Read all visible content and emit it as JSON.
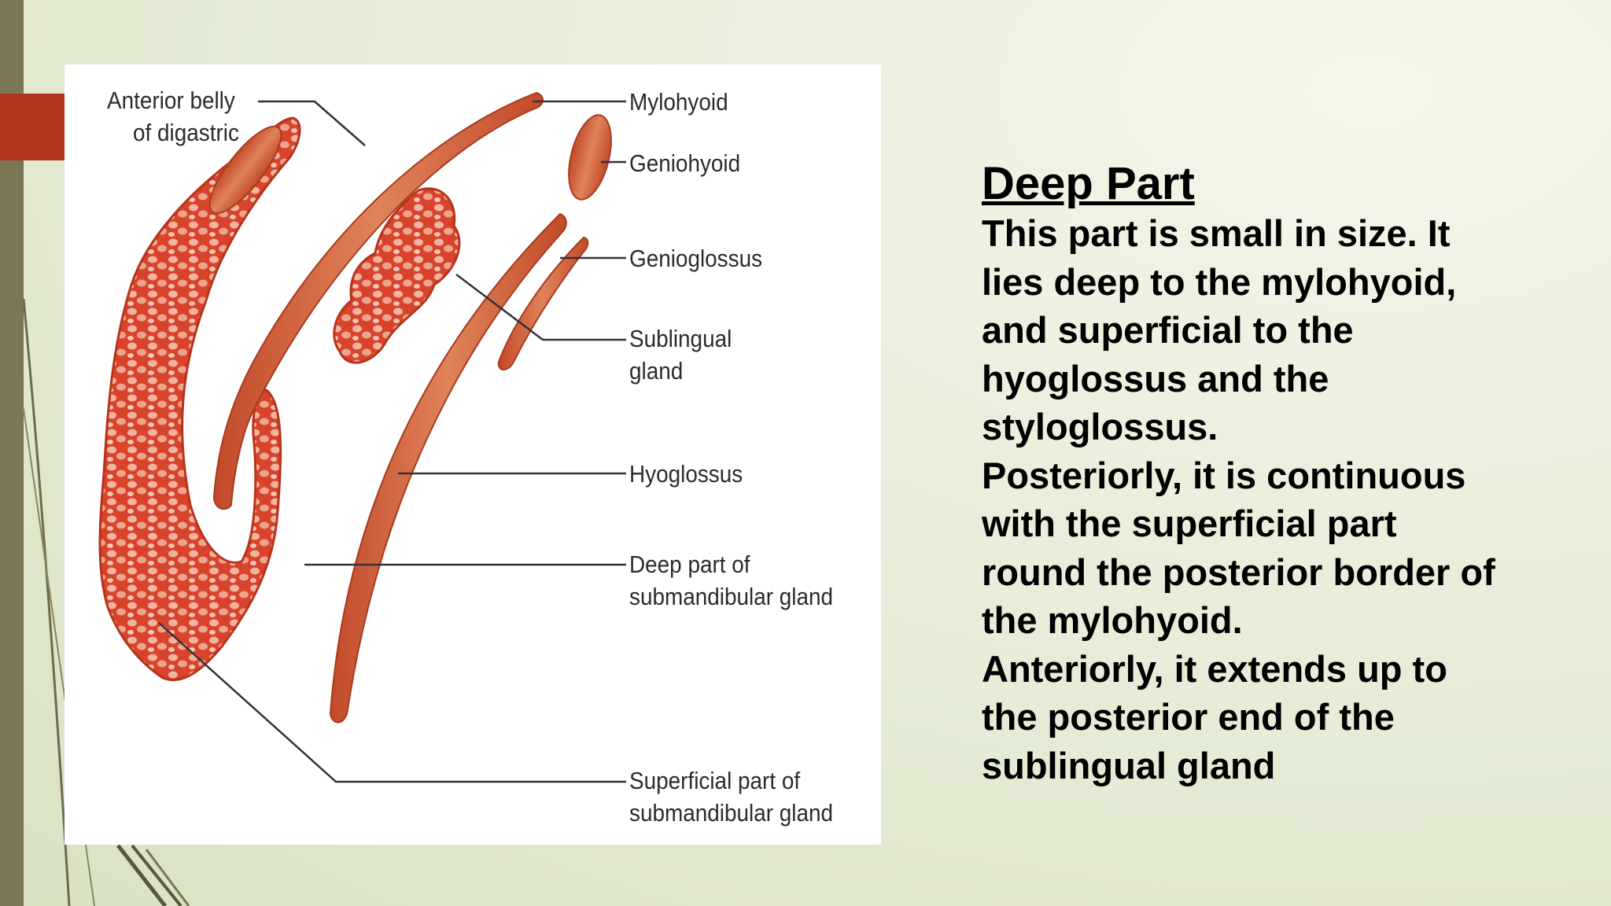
{
  "slide": {
    "accent_color": "#b3341e",
    "sidebar_color": "#7b7655"
  },
  "figure": {
    "labels": {
      "anterior_belly_line1": "Anterior belly",
      "anterior_belly_line2": "of digastric",
      "mylohyoid": "Mylohyoid",
      "geniohyoid": "Geniohyoid",
      "genioglossus": "Genioglossus",
      "sublingual_line1": "Sublingual",
      "sublingual_line2": "gland",
      "hyoglossus": "Hyoglossus",
      "deep_part_line1": "Deep part of",
      "deep_part_line2": "submandibular gland",
      "superficial_line1": "Superficial part of",
      "superficial_line2": "submandibular gland"
    },
    "colors": {
      "gland": "#d8432b",
      "muscle": "#d2603a",
      "leader_line": "#333333"
    }
  },
  "content": {
    "heading": "Deep Part",
    "lines": [
      "This part is small in size. It",
      "lies deep to the mylohyoid,",
      "and superficial to the",
      "hyoglossus and the",
      "styloglossus.",
      "Posteriorly, it is continuous",
      "with the superficial part",
      "round the posterior border of",
      "the mylohyoid.",
      "Anteriorly, it extends up to",
      "the posterior end of the",
      "sublingual gland"
    ]
  }
}
